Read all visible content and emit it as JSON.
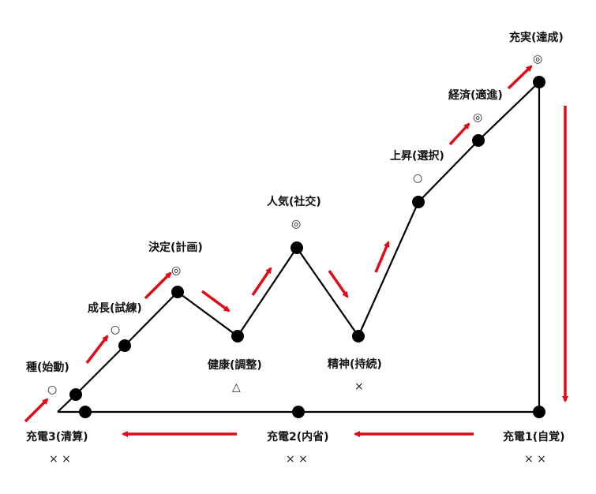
{
  "diagram": {
    "colors": {
      "line": "#000000",
      "node": "#000000",
      "arrow": "#e10a17",
      "text": "#111111"
    },
    "stages": [
      {
        "id": "shu",
        "label": "種(始動)",
        "mark": "○"
      },
      {
        "id": "seicho",
        "label": "成長(試練)",
        "mark": "○"
      },
      {
        "id": "kettei",
        "label": "決定(計画)",
        "mark": "◎"
      },
      {
        "id": "kenko",
        "label": "健康(調整)",
        "mark": "△"
      },
      {
        "id": "ninki",
        "label": "人気(社交)",
        "mark": "◎"
      },
      {
        "id": "seishin",
        "label": "精神(持続)",
        "mark": "×"
      },
      {
        "id": "joshou",
        "label": "上昇(選択)",
        "mark": "○"
      },
      {
        "id": "keizai",
        "label": "経済(適進)",
        "mark": "◎"
      },
      {
        "id": "juujitsu",
        "label": "充実(達成)",
        "mark": "◎"
      },
      {
        "id": "juuden1",
        "label": "充電1(自覚)",
        "mark": "× ×"
      },
      {
        "id": "juuden2",
        "label": "充電2(内省)",
        "mark": "× ×"
      },
      {
        "id": "juuden3",
        "label": "充電3(清算)",
        "mark": "× ×"
      }
    ]
  }
}
